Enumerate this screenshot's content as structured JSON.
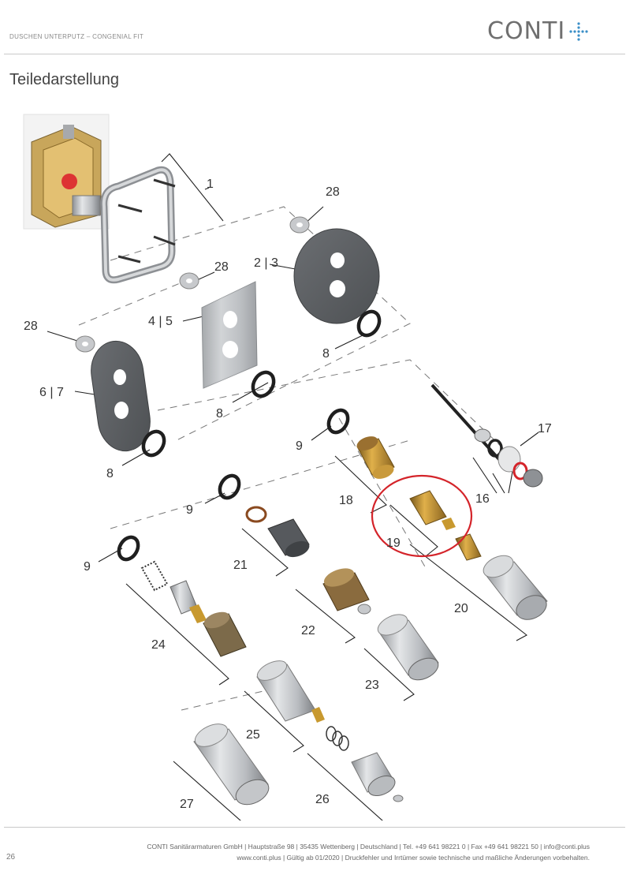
{
  "header": {
    "subtitle": "DUSCHEN UNTERPUTZ – CONGENIAL FIT",
    "logo_text": "CONTI"
  },
  "page_title": "Teiledarstellung",
  "part_labels": {
    "p1": "1",
    "p2_3": "2 | 3",
    "p4_5": "4 | 5",
    "p6_7": "6 | 7",
    "p8a": "8",
    "p8b": "8",
    "p8c": "8",
    "p9a": "9",
    "p9b": "9",
    "p9c": "9",
    "p16": "16",
    "p17": "17",
    "p18": "18",
    "p19": "19",
    "p20": "20",
    "p21": "21",
    "p22": "22",
    "p23": "23",
    "p24": "24",
    "p25": "25",
    "p26": "26",
    "p27": "27",
    "p28a": "28",
    "p28b": "28",
    "p28c": "28"
  },
  "footer": {
    "line1": "CONTI Sanitärarmaturen GmbH | Hauptstraße 98 | 35435 Wettenberg | Deutschland | Tel. +49 641 98221 0 | Fax +49 641 98221 50 | info@conti.plus",
    "line2": "www.conti.plus | Gültig ab 01/2020 | Druckfehler und Irrtümer sowie technische und maßliche Änderungen vorbehalten.",
    "page_number": "26"
  },
  "colors": {
    "brand_blue": "#3a8fc7",
    "highlight_red": "#d4242a",
    "plate_dark": "#5e6164",
    "brass": "#b8862b"
  }
}
